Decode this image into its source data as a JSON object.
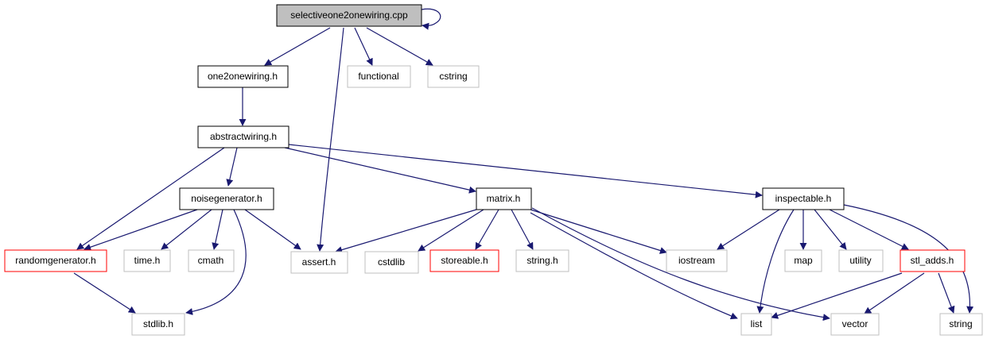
{
  "colors": {
    "edge": "#191970",
    "root_fill": "#bfbfbf",
    "node_border_default": "#000000",
    "node_border_external": "#bfbfbf",
    "node_border_incomplete": "#ff0000"
  },
  "nodes": {
    "selectiveone2onewiring_cpp": "selectiveone2onewiring.cpp",
    "one2onewiring_h": "one2onewiring.h",
    "functional": "functional",
    "cstring": "cstring",
    "abstractwiring_h": "abstractwiring.h",
    "noisegenerator_h": "noisegenerator.h",
    "matrix_h": "matrix.h",
    "inspectable_h": "inspectable.h",
    "randomgenerator_h": "randomgenerator.h",
    "time_h": "time.h",
    "cmath": "cmath",
    "assert_h": "assert.h",
    "cstdlib": "cstdlib",
    "storeable_h": "storeable.h",
    "string_h": "string.h",
    "iostream": "iostream",
    "map": "map",
    "utility": "utility",
    "stl_adds_h": "stl_adds.h",
    "stdlib_h": "stdlib.h",
    "list": "list",
    "vector": "vector",
    "string": "string"
  }
}
